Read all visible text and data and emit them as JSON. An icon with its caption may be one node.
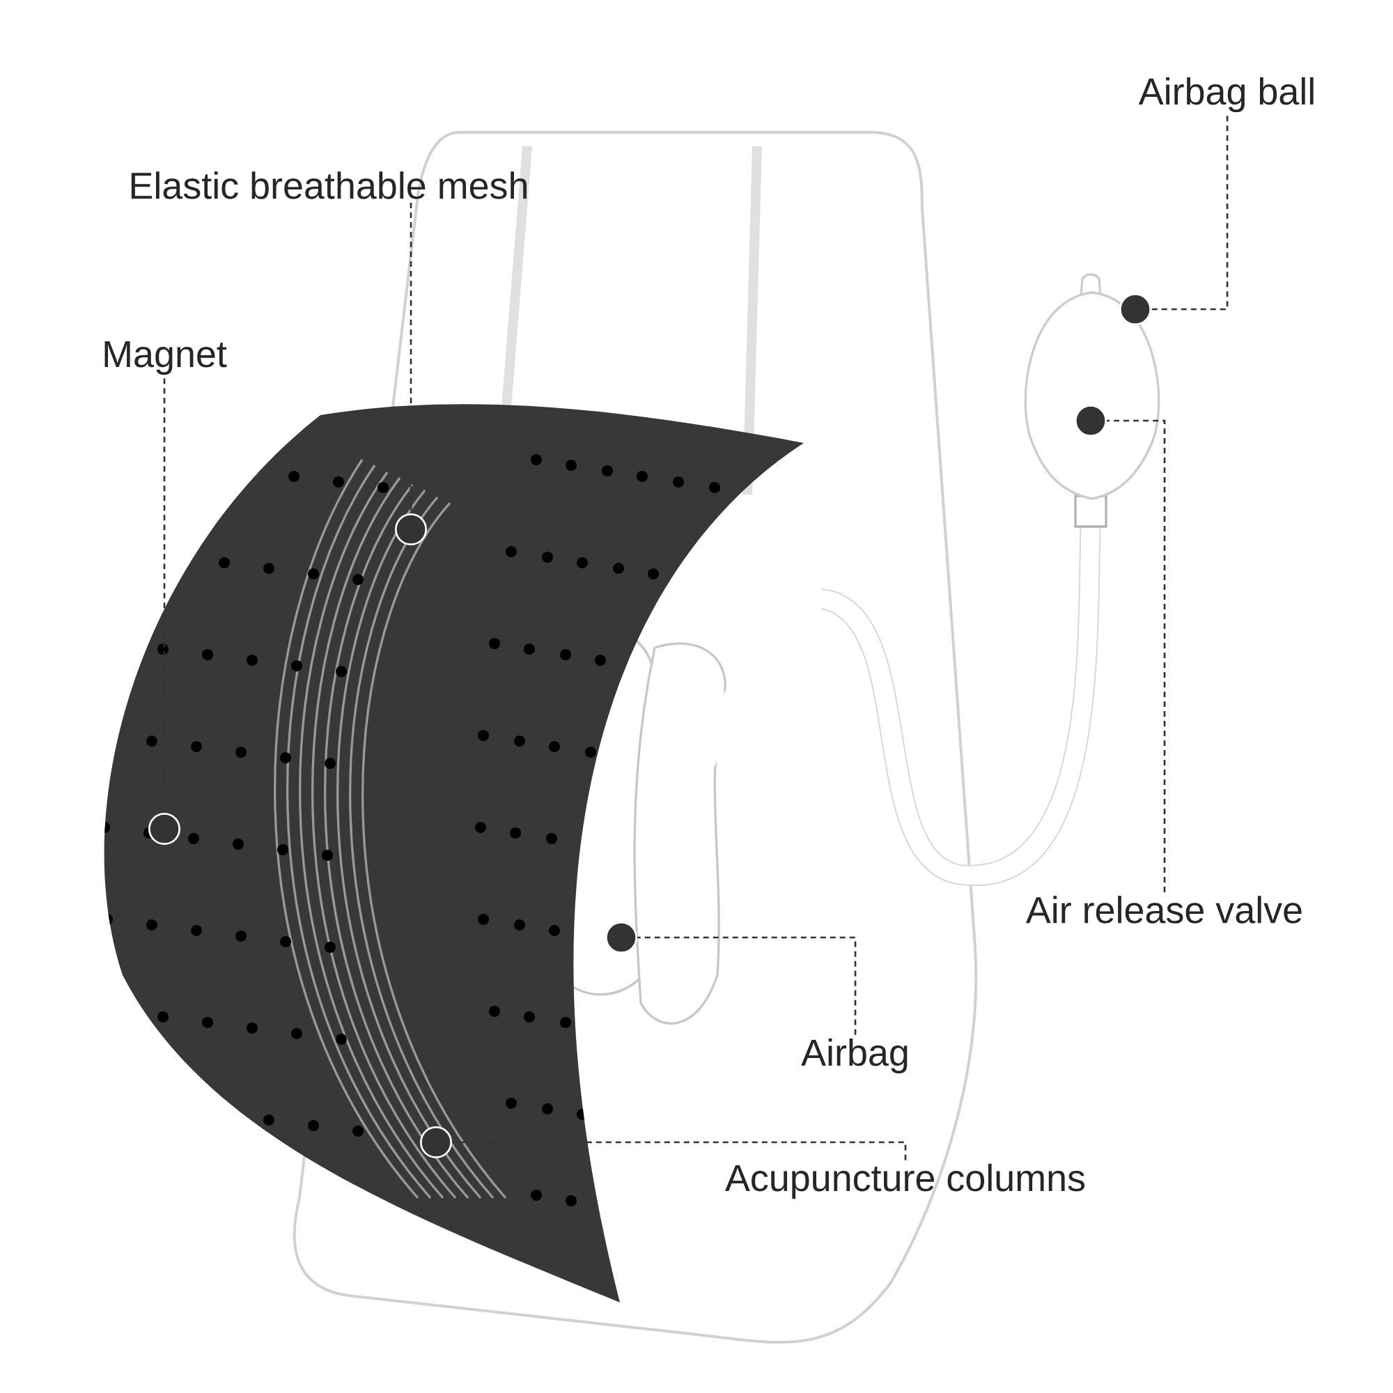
{
  "diagram": {
    "nodes": [
      {
        "text": [
          "Airbag ball"
        ]
      },
      {
        "text": [
          "Elastic breathable mesh"
        ]
      },
      {
        "text": [
          "Magnet"
        ]
      },
      {
        "text": [
          "Air release valve"
        ]
      },
      {
        "text": [
          "Airbag"
        ]
      },
      {
        "text": [
          "Acupuncture columns"
        ]
      },
      {
        "text": [],
        "shape": "circle"
      },
      {
        "text": [],
        "shape": "circle"
      },
      {
        "text": [],
        "shape": "circle"
      },
      {
        "text": [],
        "shape": "circle"
      },
      {
        "text": [],
        "shape": "circle"
      },
      {
        "text": [],
        "shape": "circle"
      }
    ],
    "edges": [
      {
        "from": 0,
        "to": 6,
        "arrow": "none",
        "style": "dashed"
      },
      {
        "from": 1,
        "to": 7,
        "arrow": "none",
        "style": "dashed"
      },
      {
        "from": 2,
        "to": 8,
        "arrow": "none",
        "style": "dashed"
      },
      {
        "from": 3,
        "to": 9,
        "arrow": "none",
        "style": "dashed"
      },
      {
        "from": 4,
        "to": 10,
        "arrow": "none",
        "style": "dashed"
      },
      {
        "from": 5,
        "to": 11,
        "arrow": "none",
        "style": "dashed"
      }
    ]
  }
}
